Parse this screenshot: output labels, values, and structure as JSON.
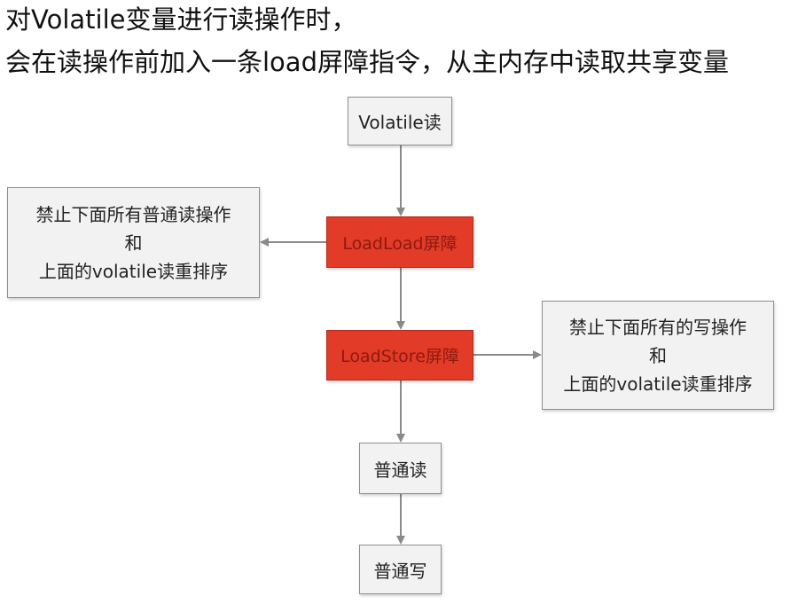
{
  "heading": {
    "line1": "对Volatile变量进行读操作时，",
    "line2": "会在读操作前加入一条load屏障指令，从主内存中读取共享变量"
  },
  "nodes": {
    "volatile_read": "Volatile读",
    "loadload": "LoadLoad屏障",
    "loadload_note": [
      "禁止下面所有普通读操作",
      "和",
      "上面的volatile读重排序"
    ],
    "loadstore": "LoadStore屏障",
    "loadstore_note": [
      "禁止下面所有的写操作",
      "和",
      "上面的volatile读重排序"
    ],
    "normal_read": "普通读",
    "normal_write": "普通写"
  },
  "colors": {
    "barrier_fill": "#e23b28",
    "box_fill": "#f2f2f2",
    "arrow": "#8a8a8a"
  }
}
